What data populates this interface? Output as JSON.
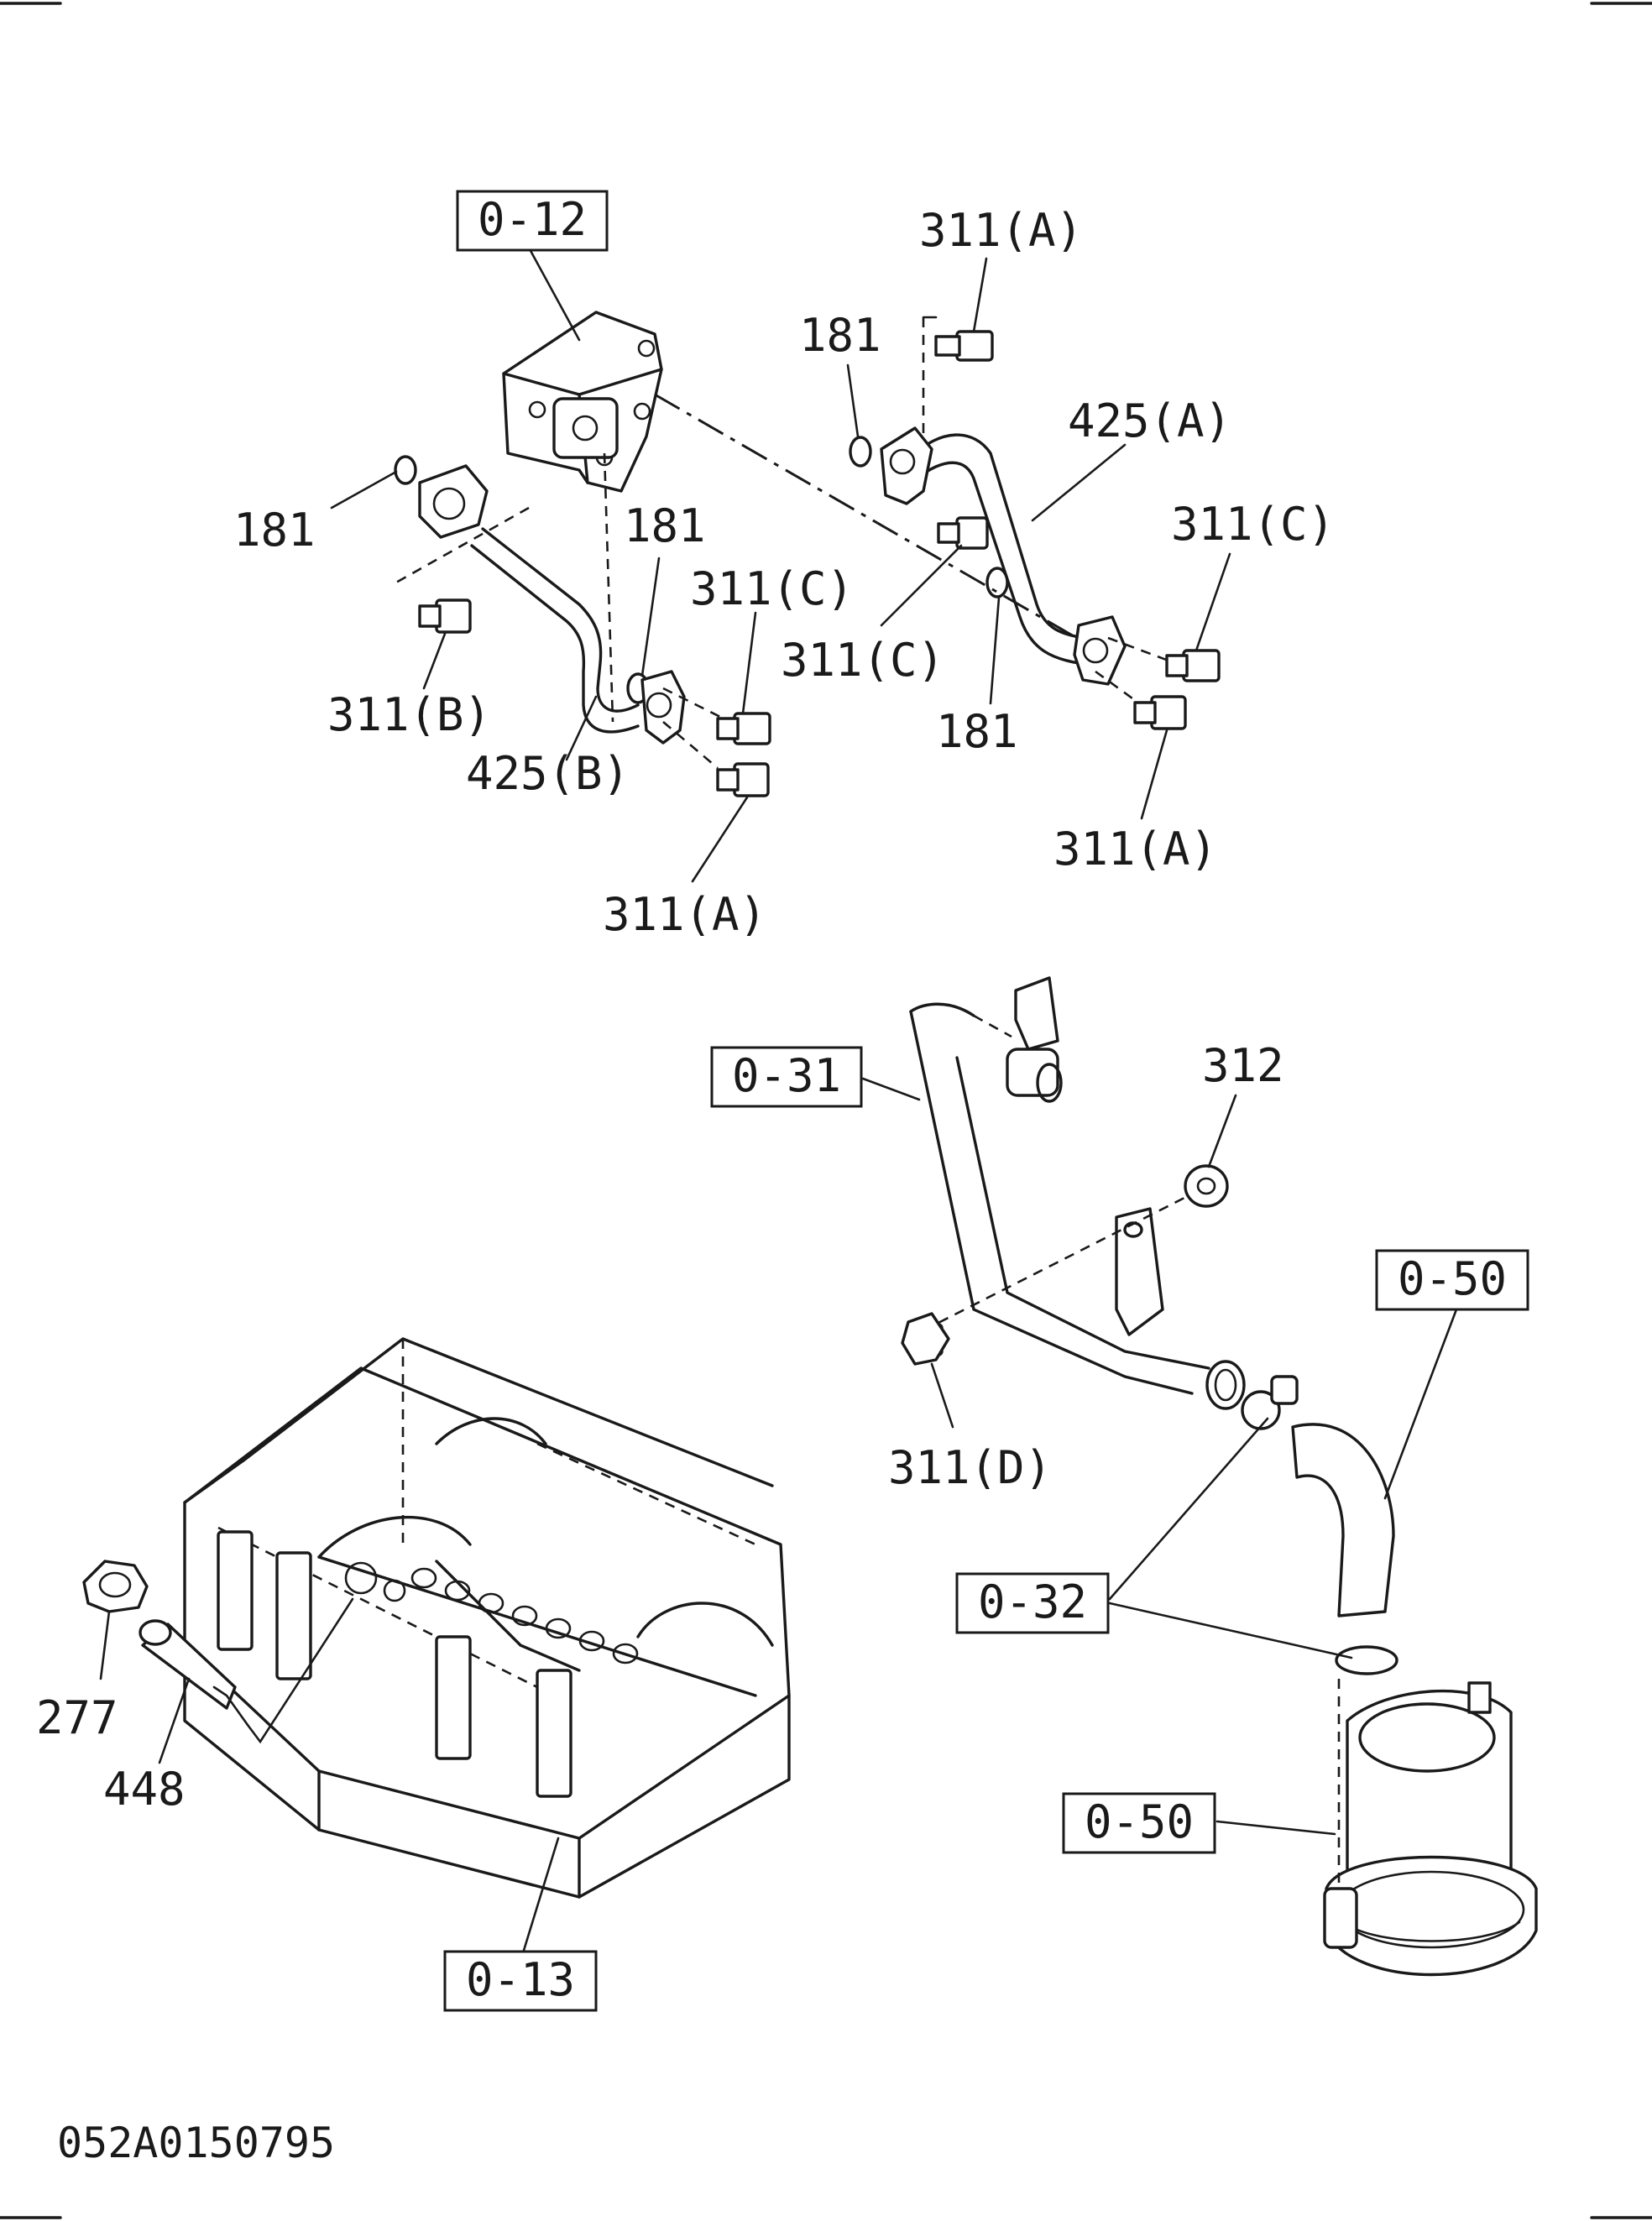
{
  "figure_code": "052A0150795",
  "reference_boxes": {
    "ref_0_12": "0-12",
    "ref_0_31": "0-31",
    "ref_0_50_upper": "0-50",
    "ref_0_32": "0-32",
    "ref_0_50_lower": "0-50",
    "ref_0_13": "0-13"
  },
  "part_labels": {
    "p311a_top": "311(A)",
    "p181_top": "181",
    "p425a": "425(A)",
    "p181_left": "181",
    "p181_mid": "181",
    "p311c_right": "311(C)",
    "p311c_mid": "311(C)",
    "p311c_center": "311(C)",
    "p311b": "311(B)",
    "p425b": "425(B)",
    "p181_lower": "181",
    "p311a_right": "311(A)",
    "p311a_bottom": "311(A)",
    "p312": "312",
    "p311d": "311(D)",
    "p277": "277",
    "p448": "448"
  }
}
